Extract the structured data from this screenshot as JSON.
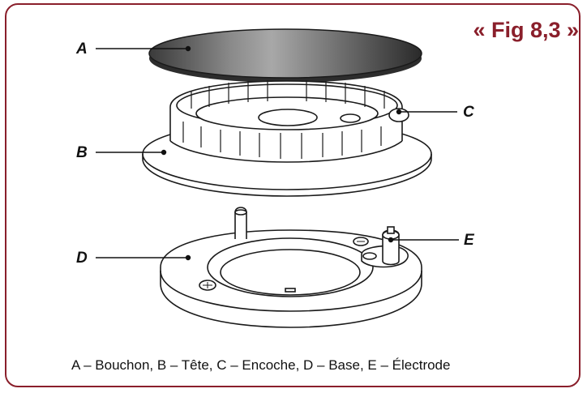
{
  "figure": {
    "title": "« Fig 8,3 »",
    "caption": "A – Bouchon, B – Tête, C – Encoche, D – Base, E – Électrode",
    "labels": {
      "a": "A",
      "b": "B",
      "c": "C",
      "d": "D",
      "e": "E"
    }
  },
  "colors": {
    "frame": "#8a1f2b",
    "title": "#8a1f2b",
    "line": "#111111"
  }
}
